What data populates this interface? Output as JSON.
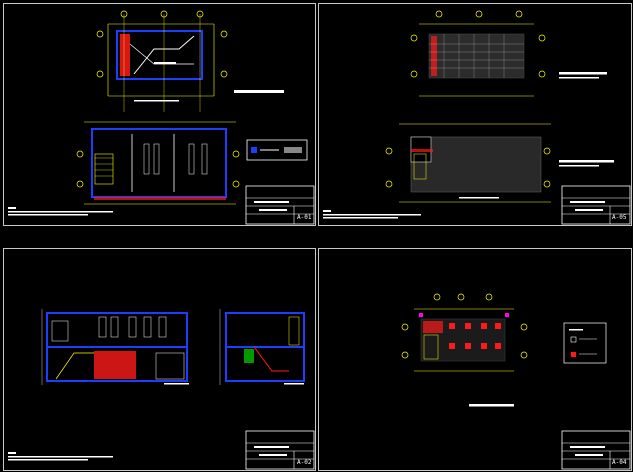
{
  "sheets": [
    {
      "id": "a01",
      "sheet_number": "A-01"
    },
    {
      "id": "a05",
      "sheet_number": "A-05"
    },
    {
      "id": "a02",
      "sheet_number": "A-02"
    },
    {
      "id": "a04",
      "sheet_number": "A-04"
    }
  ],
  "colors": {
    "background": "#000000",
    "frame": "#c8c8c8",
    "wall": "#1f3cff",
    "hatch_red": "#ff1a1a",
    "dimension": "#ffff00",
    "axis_tag": "#ff00ff",
    "text": "#ffffff",
    "detail": "#00e5ff",
    "accent_green": "#00ff00"
  }
}
